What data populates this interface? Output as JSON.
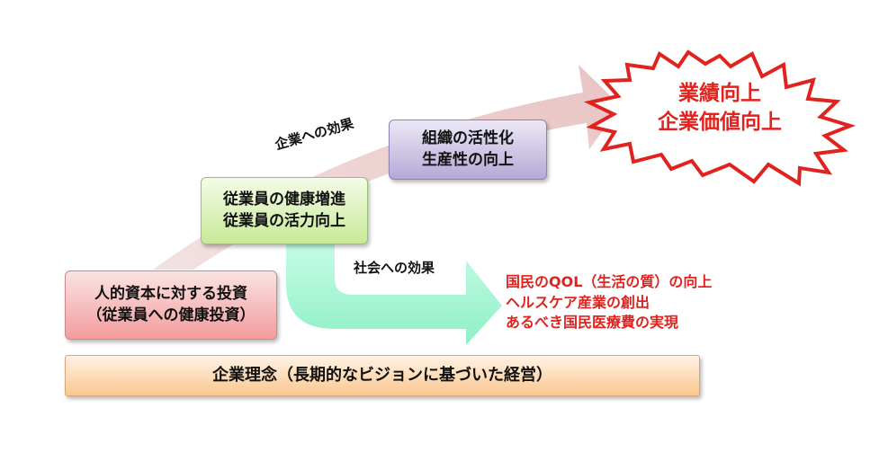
{
  "investment": {
    "line1": "人的資本に対する投資",
    "line2": "（従業員への健康投資）"
  },
  "health": {
    "line1": "従業員の健康増進",
    "line2": "従業員の活力向上"
  },
  "organization": {
    "line1": "組織の活性化",
    "line2": "生産性の向上"
  },
  "result": {
    "line1": "業績向上",
    "line2": "企業価値向上"
  },
  "corporate_effect_label": "企業への効果",
  "social_effect_label": "社会への効果",
  "social_effects": [
    "国民のQOL（生活の質）の向上",
    "ヘルスケア産業の創出",
    "あるべき国民医療費の実現"
  ],
  "philosophy": "企業理念（長期的なビジョンに基づいた経営）",
  "colors": {
    "accent_red": "#e0231e",
    "corporate_arrow": "#efd2d2",
    "social_arrow_top": "#c6fbe6",
    "social_arrow_bottom": "#8ef0c6"
  }
}
